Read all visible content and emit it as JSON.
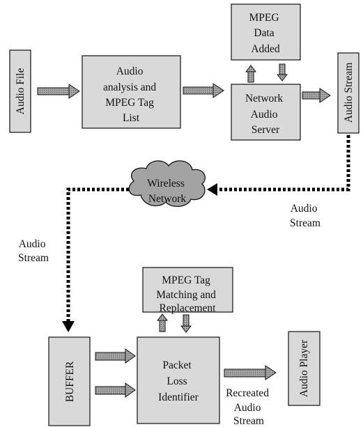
{
  "diagram": {
    "nodes": {
      "audio_file": [
        "Audio File"
      ],
      "analysis": [
        "Audio",
        "analysis and",
        "MPEG Tag",
        "List"
      ],
      "mpeg_data": [
        "MPEG",
        "Data",
        "Added"
      ],
      "server": [
        "Network",
        "Audio",
        "Server"
      ],
      "audio_stream_top": [
        "Audio Stream"
      ],
      "wireless": [
        "Wireless",
        "Network"
      ],
      "tag_match": [
        "MPEG Tag",
        "Matching and",
        "Replacement"
      ],
      "buffer": [
        "BUFFER"
      ],
      "packet_loss": [
        "Packet",
        "Loss",
        "Identifier"
      ],
      "audio_player": [
        "Audio Player"
      ]
    },
    "labels": {
      "stream_right": [
        "Audio",
        "Stream"
      ],
      "stream_left": [
        "Audio",
        "Stream"
      ],
      "recreated": [
        "Recreated",
        "Audio",
        "Stream"
      ]
    }
  },
  "colors": {
    "box_fill": "#d9d9d9",
    "box_stroke": "#111111",
    "arrow_fill": "#9a9a9a",
    "dotted": "#000000"
  }
}
